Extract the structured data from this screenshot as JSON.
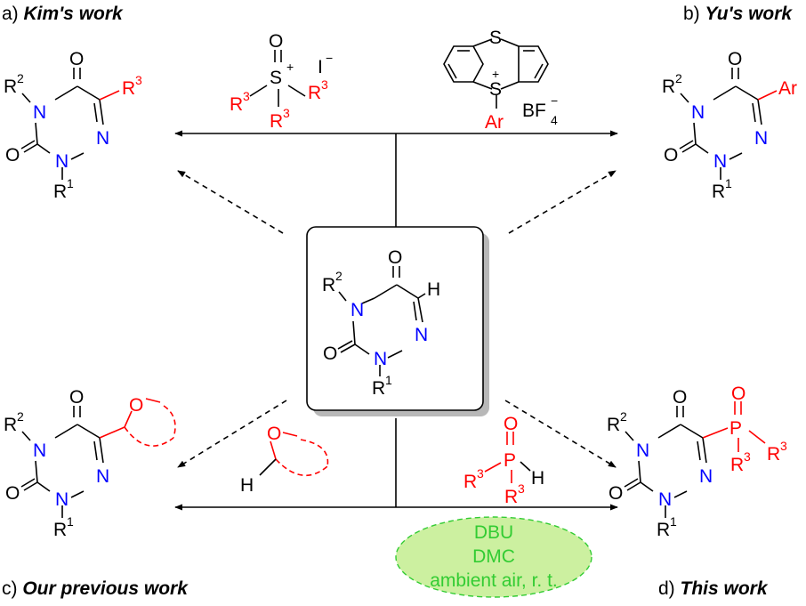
{
  "captions": {
    "a_prefix": "a) ",
    "a_title": "Kim's work",
    "b_prefix": "b) ",
    "b_title": "Yu's work",
    "c_prefix": "c) ",
    "c_title": "Our previous work",
    "d_prefix": "d) ",
    "d_title": "This work"
  },
  "atoms": {
    "O": "O",
    "N": "N",
    "H": "H",
    "S": "S",
    "P": "P",
    "Ar": "Ar",
    "R": "R",
    "sup1": "1",
    "sup2": "2",
    "sup3": "3",
    "plus": "+",
    "minus": "−",
    "iodide": "I",
    "bf": "BF",
    "sub4": "4"
  },
  "conditions": {
    "line1": "DBU",
    "line2": "DMC",
    "line3": "ambient air, r. t."
  },
  "colors": {
    "nitrogen": "#0000ff",
    "new_substituent": "#ff0000",
    "conditions_text": "#33cc33",
    "conditions_fill": "#ccf0a0",
    "box_shadow": "#b8b8b8"
  }
}
